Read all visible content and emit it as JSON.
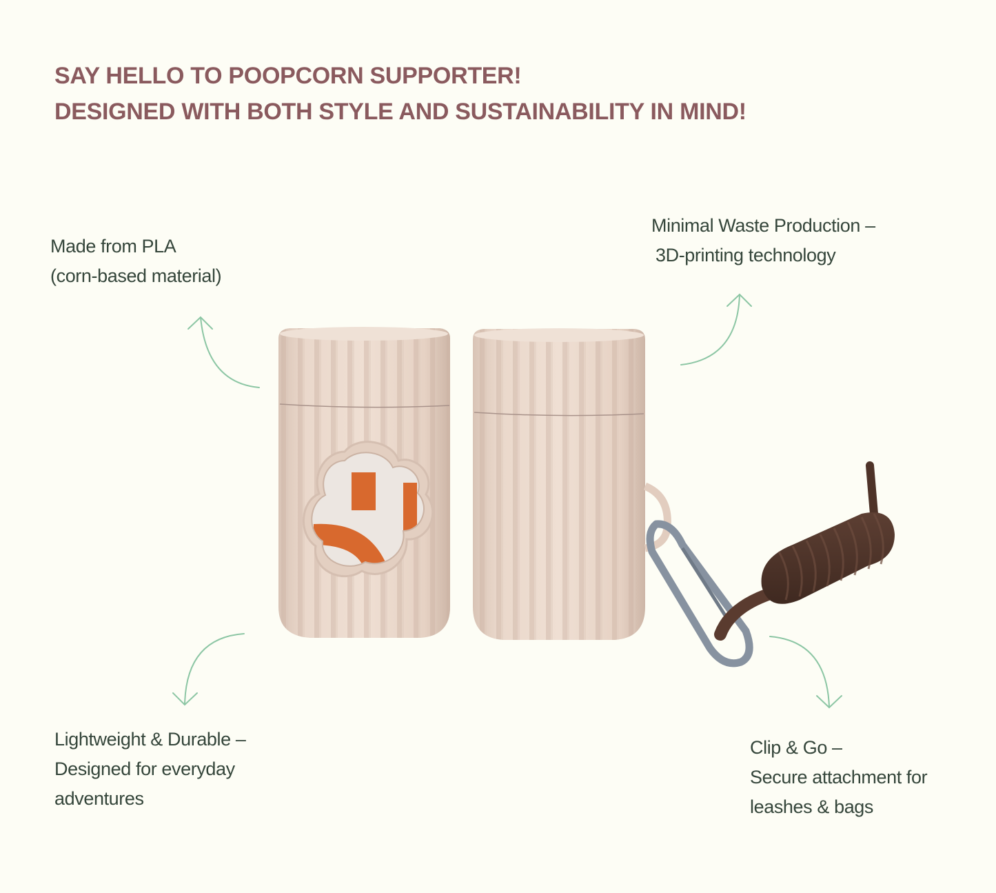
{
  "headline": {
    "line1": "SAY HELLO TO POOPCORN SUPPORTER!",
    "line2": "DESIGNED WITH BOTH STYLE AND SUSTAINABILITY IN MIND!"
  },
  "callouts": [
    {
      "id": "material",
      "line1": "Made from PLA",
      "line2": "(corn-based material)",
      "arrow": "curved-up"
    },
    {
      "id": "production",
      "line1": "Minimal Waste Production –",
      "line2": "3D-printing technology",
      "arrow": "curved-up"
    },
    {
      "id": "durability",
      "line1": "Lightweight & Durable –",
      "line2": "Designed for everyday",
      "line3": "adventures",
      "arrow": "curved-down"
    },
    {
      "id": "clip",
      "line1": "Clip & Go –",
      "line2": "Secure attachment for",
      "line3": "leashes & bags",
      "arrow": "curved-down"
    }
  ],
  "product": {
    "name": "Poopcorn Supporter",
    "items": [
      "bag dispenser with window",
      "bag dispenser with carabiner and rope"
    ]
  },
  "colors": {
    "background": "#fdfdf5",
    "headline": "#8a5a5e",
    "body_text": "#34453a",
    "arrow": "#8cc6a4",
    "product": "#e8d5c8",
    "carabiner": "#8792a0",
    "rope": "#4e3328",
    "bag_print": "#d8692e"
  }
}
